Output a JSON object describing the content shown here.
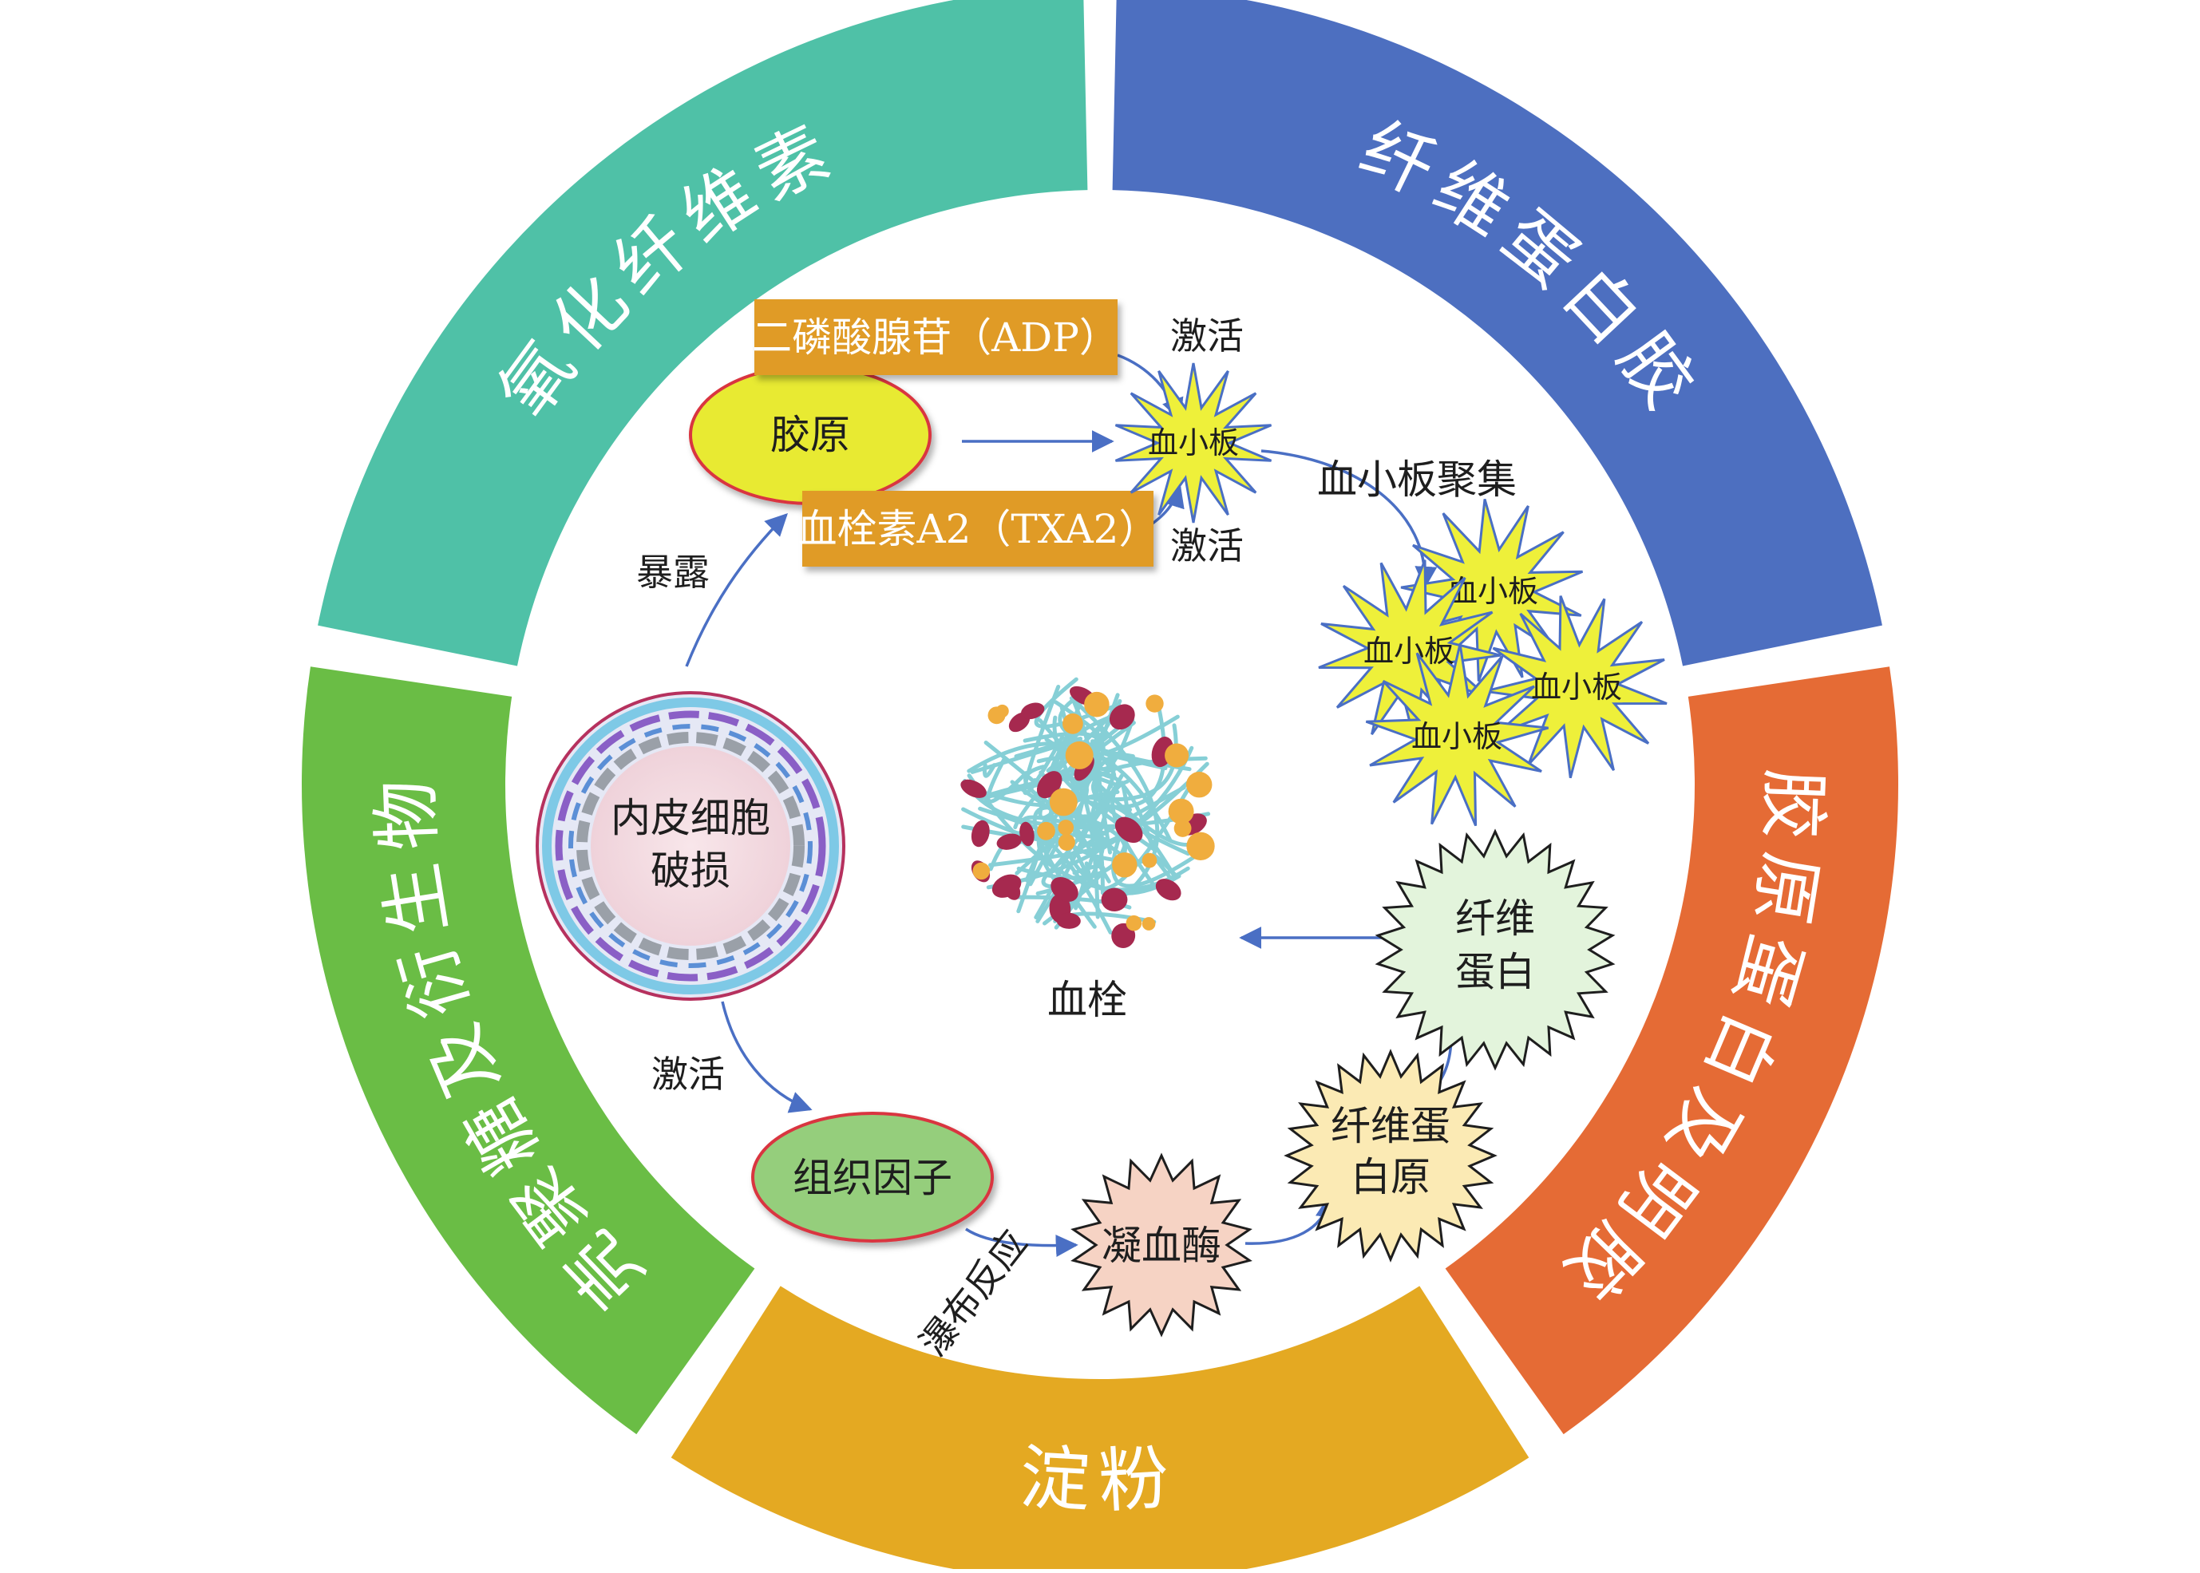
{
  "ring": {
    "segments": [
      {
        "id": "oxidized-cellulose",
        "label": "氧化纤维素",
        "color": "#4fc1a7"
      },
      {
        "id": "fibrin-glue",
        "label": "纤维蛋白胶",
        "color": "#4d6fc0"
      },
      {
        "id": "collagen-gelatin",
        "label": "胶原蛋白及明胶",
        "color": "#e56b35"
      },
      {
        "id": "starch",
        "label": "淀粉",
        "color": "#e4a922"
      },
      {
        "id": "chitosan",
        "label": "壳聚糖及衍生物",
        "color": "#6abd45"
      }
    ]
  },
  "center": {
    "endothelium": {
      "line1": "内皮细胞",
      "line2": "破损"
    },
    "collagen": "胶原",
    "adp": "二磷酸腺苷（ADP）",
    "txa2": "血栓素A2（TXA2）",
    "platelet": "血小板",
    "platelet_aggregation": "血小板聚集",
    "activate": "激活",
    "exposure": "暴露",
    "tissue_factor": "组织因子",
    "cascade": "瀑布反应",
    "thrombin": "凝血酶",
    "fibrinogen": {
      "line1": "纤维蛋",
      "line2": "白原"
    },
    "fibrin": {
      "line1": "纤维",
      "line2": "蛋白"
    },
    "thrombus": "血栓"
  },
  "colors": {
    "arrow": "#4a6fc4",
    "box_fill": "#e09b27",
    "collagen_fill": "#e8ea33",
    "collagen_stroke": "#d9353f",
    "tissue_factor_fill": "#95ce7c",
    "platelet_fill": "#eef03a",
    "thrombin_fill": "#f6d3c4",
    "fibrinogen_fill": "#fbeab4",
    "fibrin_fill": "#e3f4dc",
    "vessel_fill": "#f5e1e7"
  }
}
